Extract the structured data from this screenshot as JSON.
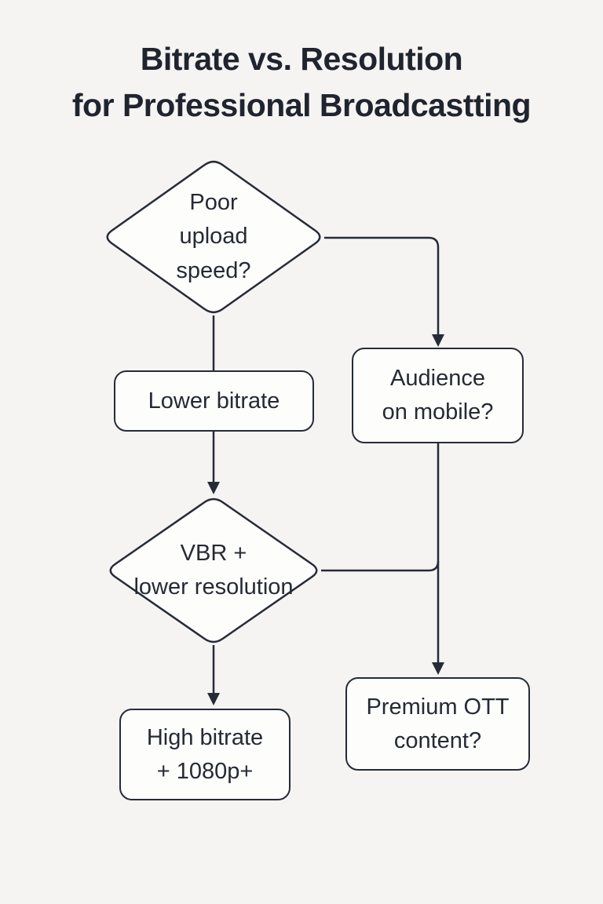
{
  "title": {
    "line1": "Bitrate vs. Resolution",
    "line2": "for Professional Broadcastting"
  },
  "flowchart": {
    "decision_poor_upload": {
      "label": "Poor\nupload\nspeed?"
    },
    "process_lower_bitrate": {
      "label": "Lower bitrate"
    },
    "decision_vbr": {
      "label": "VBR +\nlower resolution"
    },
    "process_high_bitrate": {
      "label": "High bitrate\n+ 1080p+"
    },
    "process_audience_mobile": {
      "label": "Audience\non mobile?"
    },
    "process_premium_ott": {
      "label": "Premium OTT\ncontent?"
    }
  },
  "colors": {
    "background": "#f5f4f3",
    "node_fill": "#fdfdfc",
    "stroke": "#262b36",
    "text": "#252a33",
    "title_text": "#20242e"
  }
}
